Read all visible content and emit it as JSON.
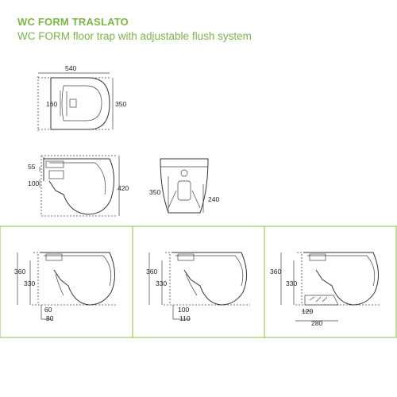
{
  "header": {
    "title": "WC FORM TRASLATO",
    "subtitle": "WC FORM floor trap with adjustable flush system"
  },
  "top_view": {
    "width": "540",
    "depth": "350",
    "hole_spacing": "160"
  },
  "side_view": {
    "top_offset": "55",
    "outlet_height": "100",
    "height": "420"
  },
  "front_view": {
    "height": "350",
    "inner_height": "240"
  },
  "panels": [
    {
      "height_outer": "360",
      "height_inner": "330",
      "bottom_inner": "60",
      "bottom_outer": "80"
    },
    {
      "height_outer": "360",
      "height_inner": "330",
      "bottom_inner": "100",
      "bottom_outer": "110"
    },
    {
      "height_outer": "360",
      "height_inner": "330",
      "bottom_inner": "120",
      "bottom_outer": "280"
    }
  ],
  "colors": {
    "accent": "#7ab648",
    "frame": "#8bc34a"
  }
}
